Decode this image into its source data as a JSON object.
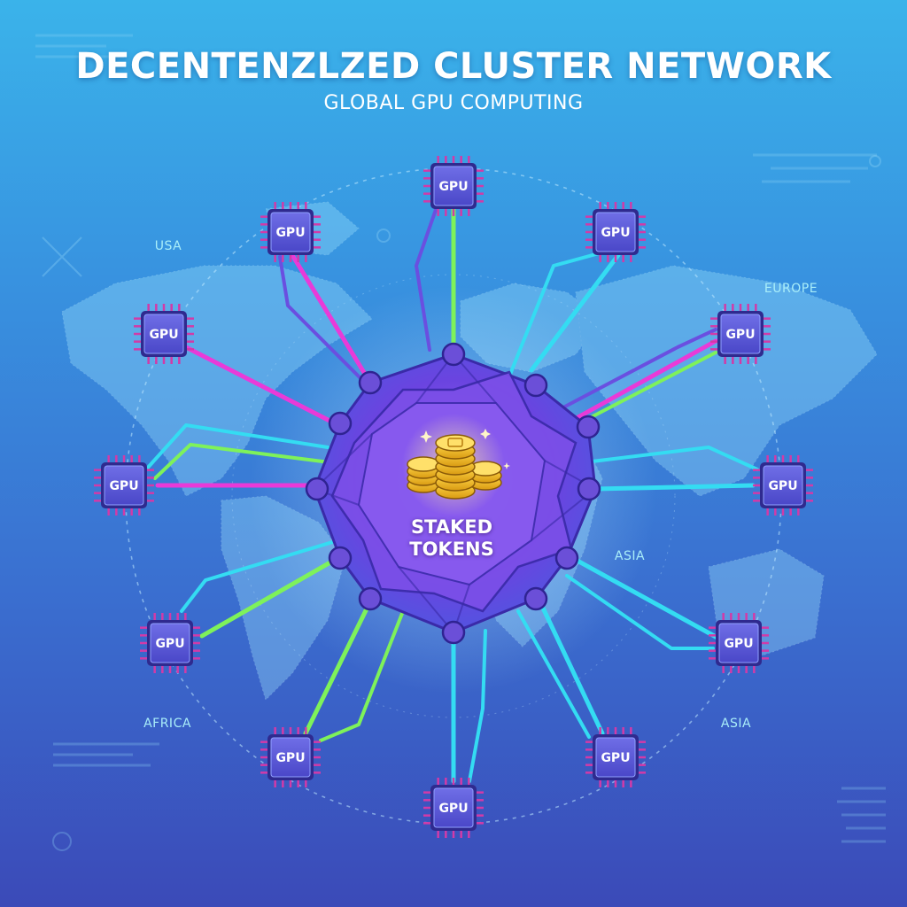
{
  "header": {
    "title": "DECENTENZLZED CLUSTER NETWORK",
    "subtitle": "GLOBAL GPU COMPUTING"
  },
  "regions": {
    "usa": "USA",
    "europe": "EUROPE",
    "asia_mid": "ASIA",
    "africa": "AFRICA",
    "asia_low": "ASIA"
  },
  "core": {
    "line1": "STAKED",
    "line2": "TOKENS",
    "icon": "coin-stack-icon"
  },
  "gpu_nodes": [
    {
      "id": "top",
      "label": "GPU"
    },
    {
      "id": "upper-left",
      "label": "GPU"
    },
    {
      "id": "upper-right",
      "label": "GPU"
    },
    {
      "id": "left-upper",
      "label": "GPU"
    },
    {
      "id": "right-upper",
      "label": "GPU"
    },
    {
      "id": "left-mid",
      "label": "GPU"
    },
    {
      "id": "right-mid",
      "label": "GPU"
    },
    {
      "id": "left-lower",
      "label": "GPU"
    },
    {
      "id": "right-lower",
      "label": "GPU"
    },
    {
      "id": "bottom-left",
      "label": "GPU"
    },
    {
      "id": "bottom-right",
      "label": "GPU"
    },
    {
      "id": "bottom",
      "label": "GPU"
    }
  ],
  "colors": {
    "magenta": "#e93ad8",
    "green": "#7ef25a",
    "cyan": "#34dcf2",
    "purple": "#6a4fe0",
    "chip": "#5a57d8",
    "core": "#5a3fd6"
  }
}
